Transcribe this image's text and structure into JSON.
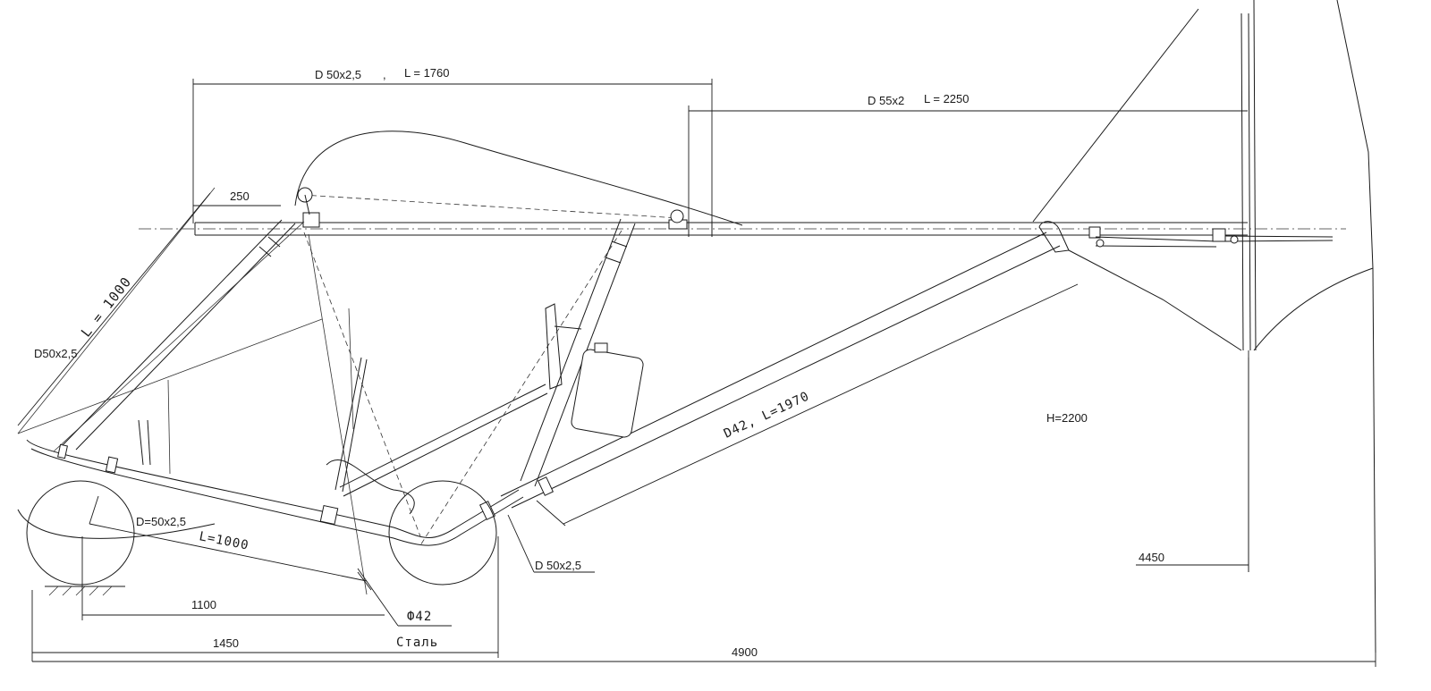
{
  "labels": {
    "top_keel_tube": "D 50x2,5",
    "top_keel_sep": ",",
    "top_keel_len": "L = 1760",
    "rear_keel_tube": "D 55x2",
    "rear_keel_len": "L = 2250",
    "offset_250": "250",
    "front_strut_len": "L = 1000",
    "front_strut_tube": "D50x2,5",
    "rear_boom": "D42, L=1970",
    "height": "H=2200",
    "lower_tube_d": "D=50x2,5",
    "lower_tube_len": "L=1000",
    "seat_tube": "D 50x2,5",
    "dist_4450": "4450",
    "dist_1100": "1100",
    "phi42": "Ф42",
    "material": "Сталь",
    "dist_1450": "1450",
    "dist_4900": "4900"
  }
}
